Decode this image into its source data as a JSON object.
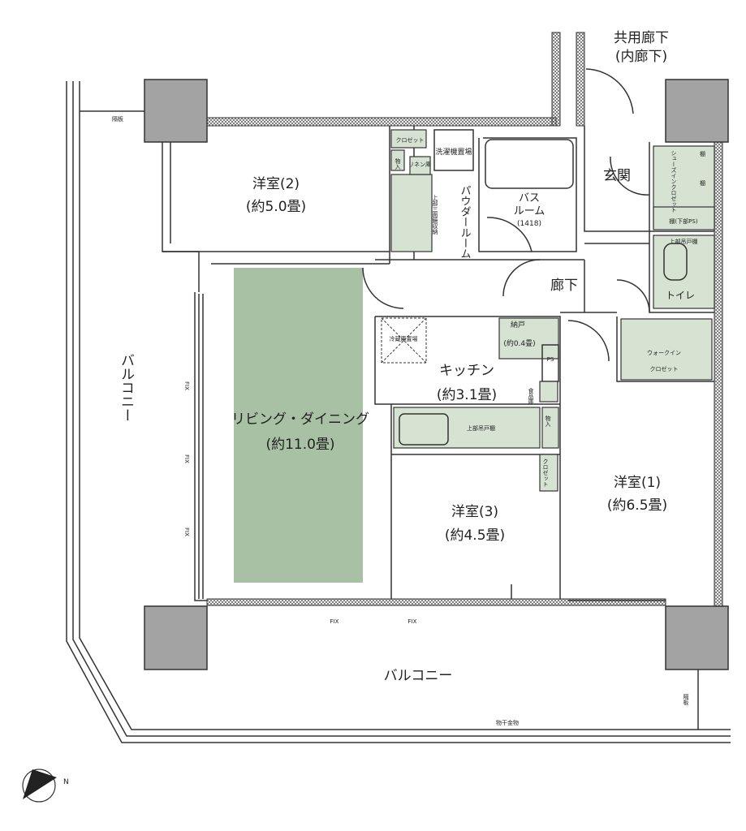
{
  "colors": {
    "living": "#a8c1a4",
    "fixture": "#d6e3d3",
    "column": "#a3a3a3"
  },
  "corridor": {
    "line1": "共用廊下",
    "line2": "(内廊下)"
  },
  "rooms": {
    "western2": {
      "name": "洋室(2)",
      "size": "(約5.0畳)"
    },
    "western1": {
      "name": "洋室(1)",
      "size": "(約6.5畳)"
    },
    "western3": {
      "name": "洋室(3)",
      "size": "(約4.5畳)"
    },
    "living": {
      "name": "リビング・ダイニング",
      "size": "(約11.0畳)"
    },
    "kitchen": {
      "name": "キッチン",
      "size": "(約3.1畳)"
    },
    "bath": {
      "name": "バス",
      "name2": "ルーム",
      "size": "(1418)"
    },
    "powder": {
      "name": "パウダールーム"
    },
    "entrance": {
      "name": "玄関"
    },
    "hallway": {
      "name": "廊下"
    },
    "toilet": {
      "name": "トイレ"
    },
    "storage": {
      "name": "納戸",
      "size": "(約0.4畳)"
    }
  },
  "labels": {
    "closet_small": "クロゼット",
    "closet_small2": "クロゼット",
    "storage_in": "物入",
    "storage_in2": "物入",
    "linen": "リネン庫",
    "washer": "洗濯機置場",
    "mirror": "上部三面鏡収納",
    "shoes": "シューズインクロゼット",
    "shelf1": "棚",
    "shelf2": "棚",
    "shelf_ps": "棚(下部PS)",
    "upper_cab": "上部吊戸棚",
    "upper_cab2": "上部吊戸棚",
    "fridge": "冷蔵庫置場",
    "ps": "PS",
    "pantry": "食品庫",
    "walkin1": "ウォークイン",
    "walkin2": "クロゼット",
    "balcony_left": "バルコニー",
    "balcony_bottom": "バルコニー",
    "fix": "FIX",
    "partition": "隔板",
    "drying": "物干金物",
    "north": "N"
  }
}
